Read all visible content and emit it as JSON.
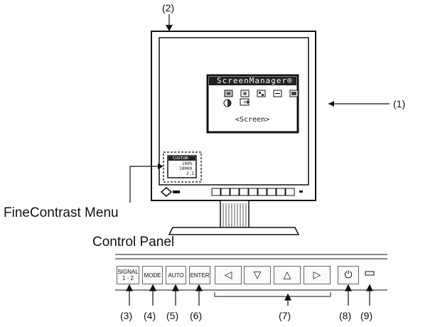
{
  "callouts": {
    "c1": "(1)",
    "c2": "(2)",
    "c3": "(3)",
    "c4": "(4)",
    "c5": "(5)",
    "c6": "(6)",
    "c7": "(7)",
    "c8": "(8)",
    "c9": "(9)"
  },
  "labels": {
    "finecontrast": "FineContrast Menu",
    "control_panel": "Control Panel"
  },
  "osd": {
    "title": "ScreenManager®",
    "selection": "<Screen>"
  },
  "finecontrast_menu": {
    "mode": "Custom",
    "brightness": "100%",
    "temperature": "10000",
    "gamma": "2.2"
  },
  "panel": {
    "signal": "SIGNAL",
    "signal_sub": "1 - 2",
    "mode": "MODE",
    "auto": "AUTO",
    "enter": "ENTER",
    "left": "◁",
    "down": "▽",
    "up": "△",
    "right": "▷",
    "power": "⏻"
  },
  "icons": [
    "osd-icon-screen",
    "osd-icon-color",
    "osd-icon-others",
    "osd-icon-information",
    "osd-icon-language",
    "osd-icon-fine-contrast",
    "osd-icon-exit",
    "power-icon",
    "power-indicator-icon",
    "eizo-logo-icon"
  ]
}
